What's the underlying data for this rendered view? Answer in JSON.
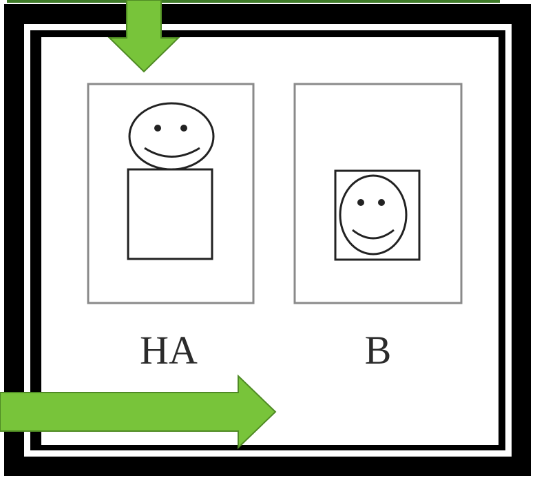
{
  "figure": {
    "panels": [
      {
        "id": "ha",
        "label": "HA",
        "arrangement": "face-above-square"
      },
      {
        "id": "b",
        "label": "B",
        "arrangement": "face-inside-square"
      }
    ],
    "arrows": [
      {
        "id": "down",
        "direction": "down",
        "color": "#78c43a",
        "points_to": "ha"
      },
      {
        "id": "right",
        "direction": "right",
        "color": "#78c43a"
      }
    ],
    "colors": {
      "frame": "#000000",
      "panel_border": "#8a8a8a",
      "drawing": "#222222",
      "arrow_fill": "#78c43a",
      "arrow_stroke": "#4f8a24",
      "top_bar": "#3e7a28"
    }
  }
}
